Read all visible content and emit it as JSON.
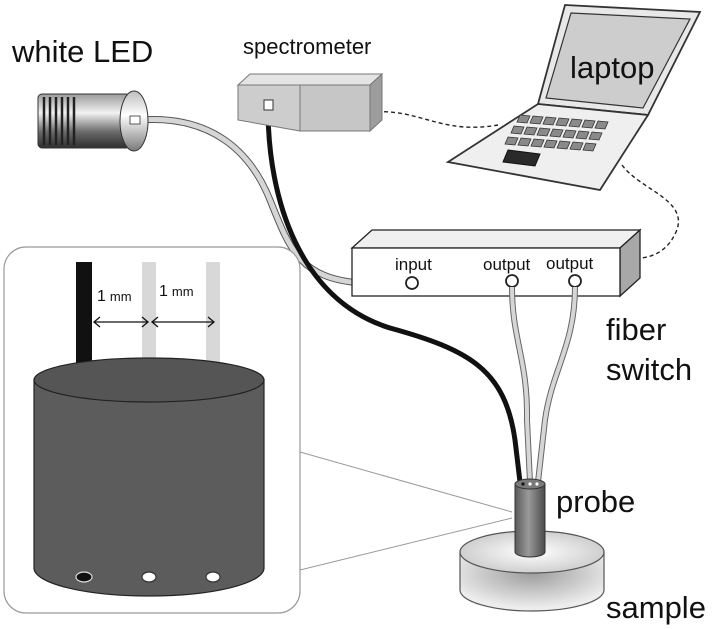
{
  "labels": {
    "white_led": "white LED",
    "spectrometer": "spectrometer",
    "laptop": "laptop",
    "fiber_switch_line1": "fiber",
    "fiber_switch_line2": "switch",
    "probe": "probe",
    "sample": "sample"
  },
  "switch_ports": {
    "input": "input",
    "output_1": "output",
    "output_2": "output"
  },
  "inset": {
    "spacing_1_value": "1",
    "spacing_1_unit": "mm",
    "spacing_2_value": "1",
    "spacing_2_unit": "mm"
  },
  "colors": {
    "light_fiber": "#d6d6d6",
    "dark_fiber": "#111111",
    "cylinder": "#5c5c5c",
    "box_gray": "#c8c8c8"
  }
}
